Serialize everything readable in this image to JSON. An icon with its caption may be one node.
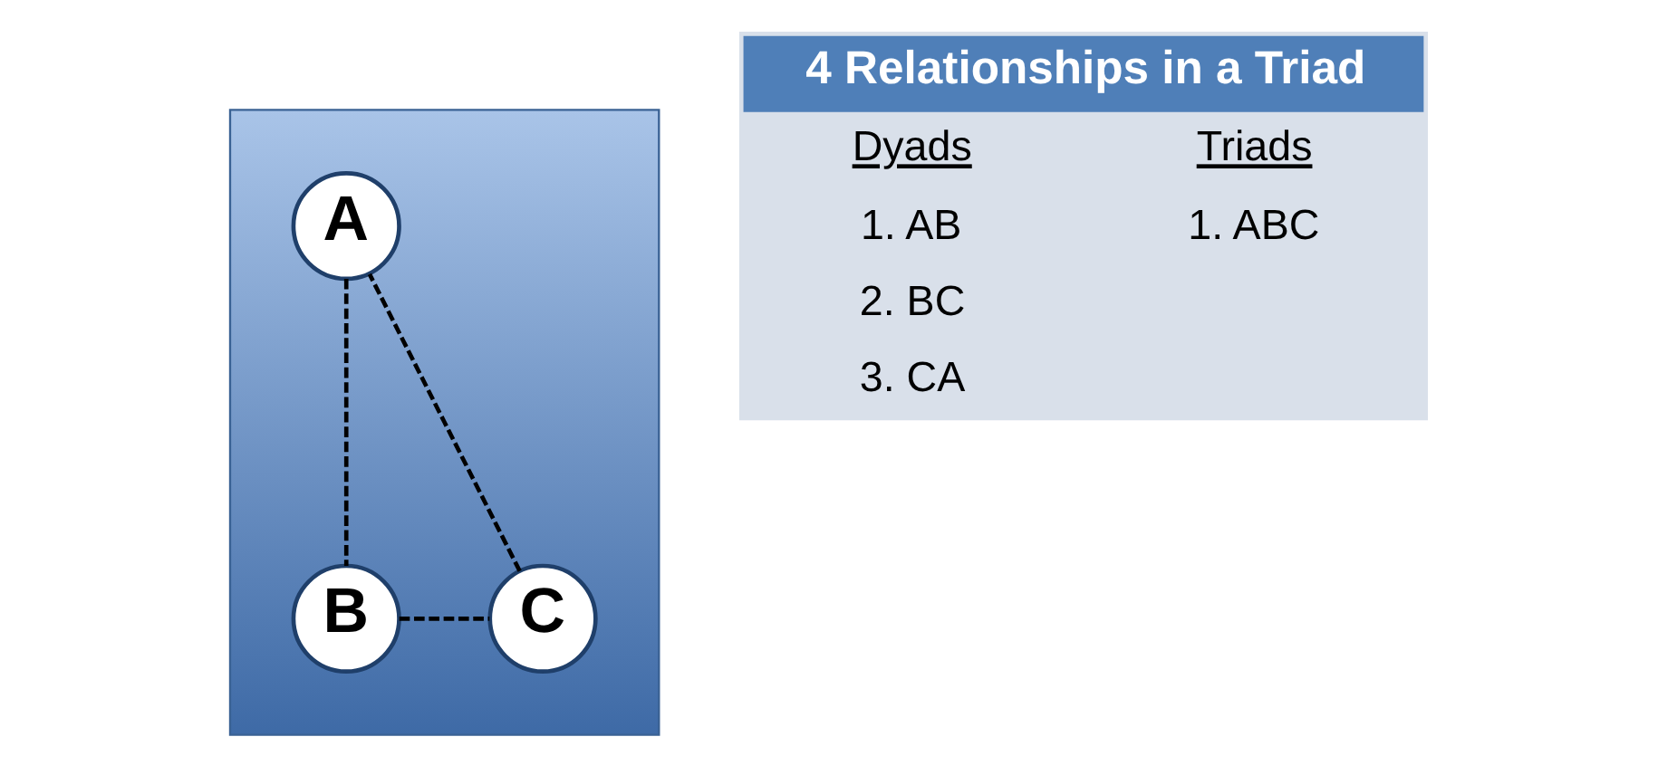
{
  "diagram": {
    "nodes": [
      {
        "text": [],
        "shape": "triangle"
      },
      {
        "text": [
          "A"
        ],
        "in": 0
      },
      {
        "text": [
          "B"
        ],
        "in": 0
      },
      {
        "text": [
          "C"
        ],
        "in": 0
      }
    ],
    "edges": [
      {
        "from": 1,
        "to": 2,
        "arrow": "none",
        "style": "dashed"
      },
      {
        "from": 2,
        "to": 3,
        "arrow": "none",
        "style": "dashed"
      },
      {
        "from": 3,
        "to": 1,
        "arrow": "none",
        "style": "dashed"
      }
    ],
    "labels": [
      "4 Relationships in a Triad",
      "Dyads",
      "Triads",
      "1. AB",
      "1. ABC",
      "2. BC",
      "3. CA"
    ]
  }
}
